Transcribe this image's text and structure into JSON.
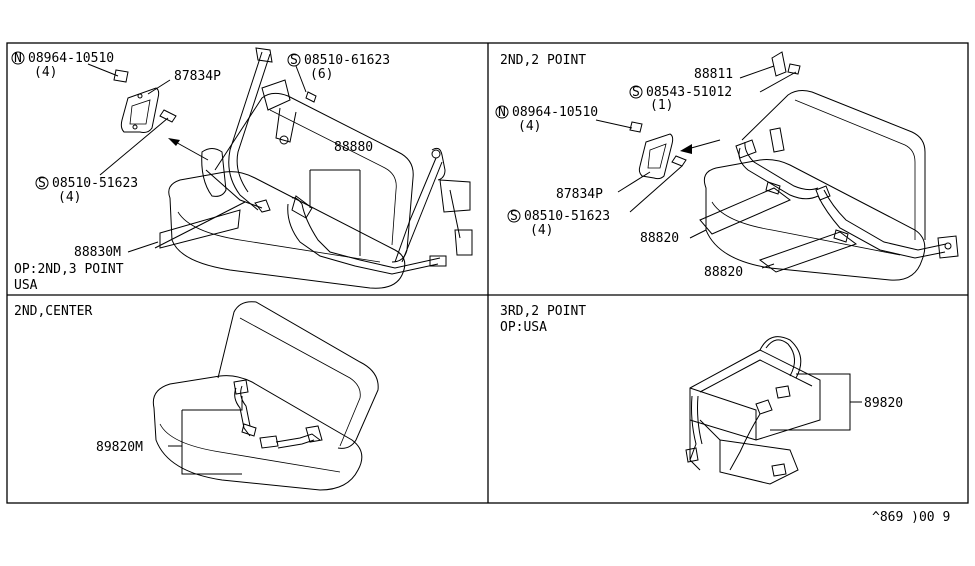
{
  "panels": {
    "top_left": {
      "labels": {
        "n_part": "08964-10510",
        "n_qty": "(4)",
        "guide": "87834P",
        "s_top": "08510-61623",
        "s_top_qty": "(6)",
        "s_mid": "08510-51623",
        "s_mid_qty": "(4)",
        "belt_upper": "88880",
        "belt_lower": "88830M",
        "note1": "OP:2ND,3 POINT",
        "note2": "USA"
      }
    },
    "top_right": {
      "title": "2ND,2 POINT",
      "labels": {
        "clip": "88811",
        "s_top": "08543-51012",
        "s_top_qty": "(1)",
        "n_part": "08964-10510",
        "n_qty": "(4)",
        "guide": "87834P",
        "s_mid": "08510-51623",
        "s_mid_qty": "(4)",
        "belt_a": "88820",
        "belt_b": "88820"
      }
    },
    "bottom_left": {
      "title": "2ND,CENTER",
      "labels": {
        "belt": "89820M"
      }
    },
    "bottom_right": {
      "title": "3RD,2 POINT",
      "subtitle": "OP:USA",
      "labels": {
        "belt": "89820"
      }
    }
  },
  "prefix_n": "N",
  "prefix_s": "S",
  "footer_code": "^869 )00 9"
}
